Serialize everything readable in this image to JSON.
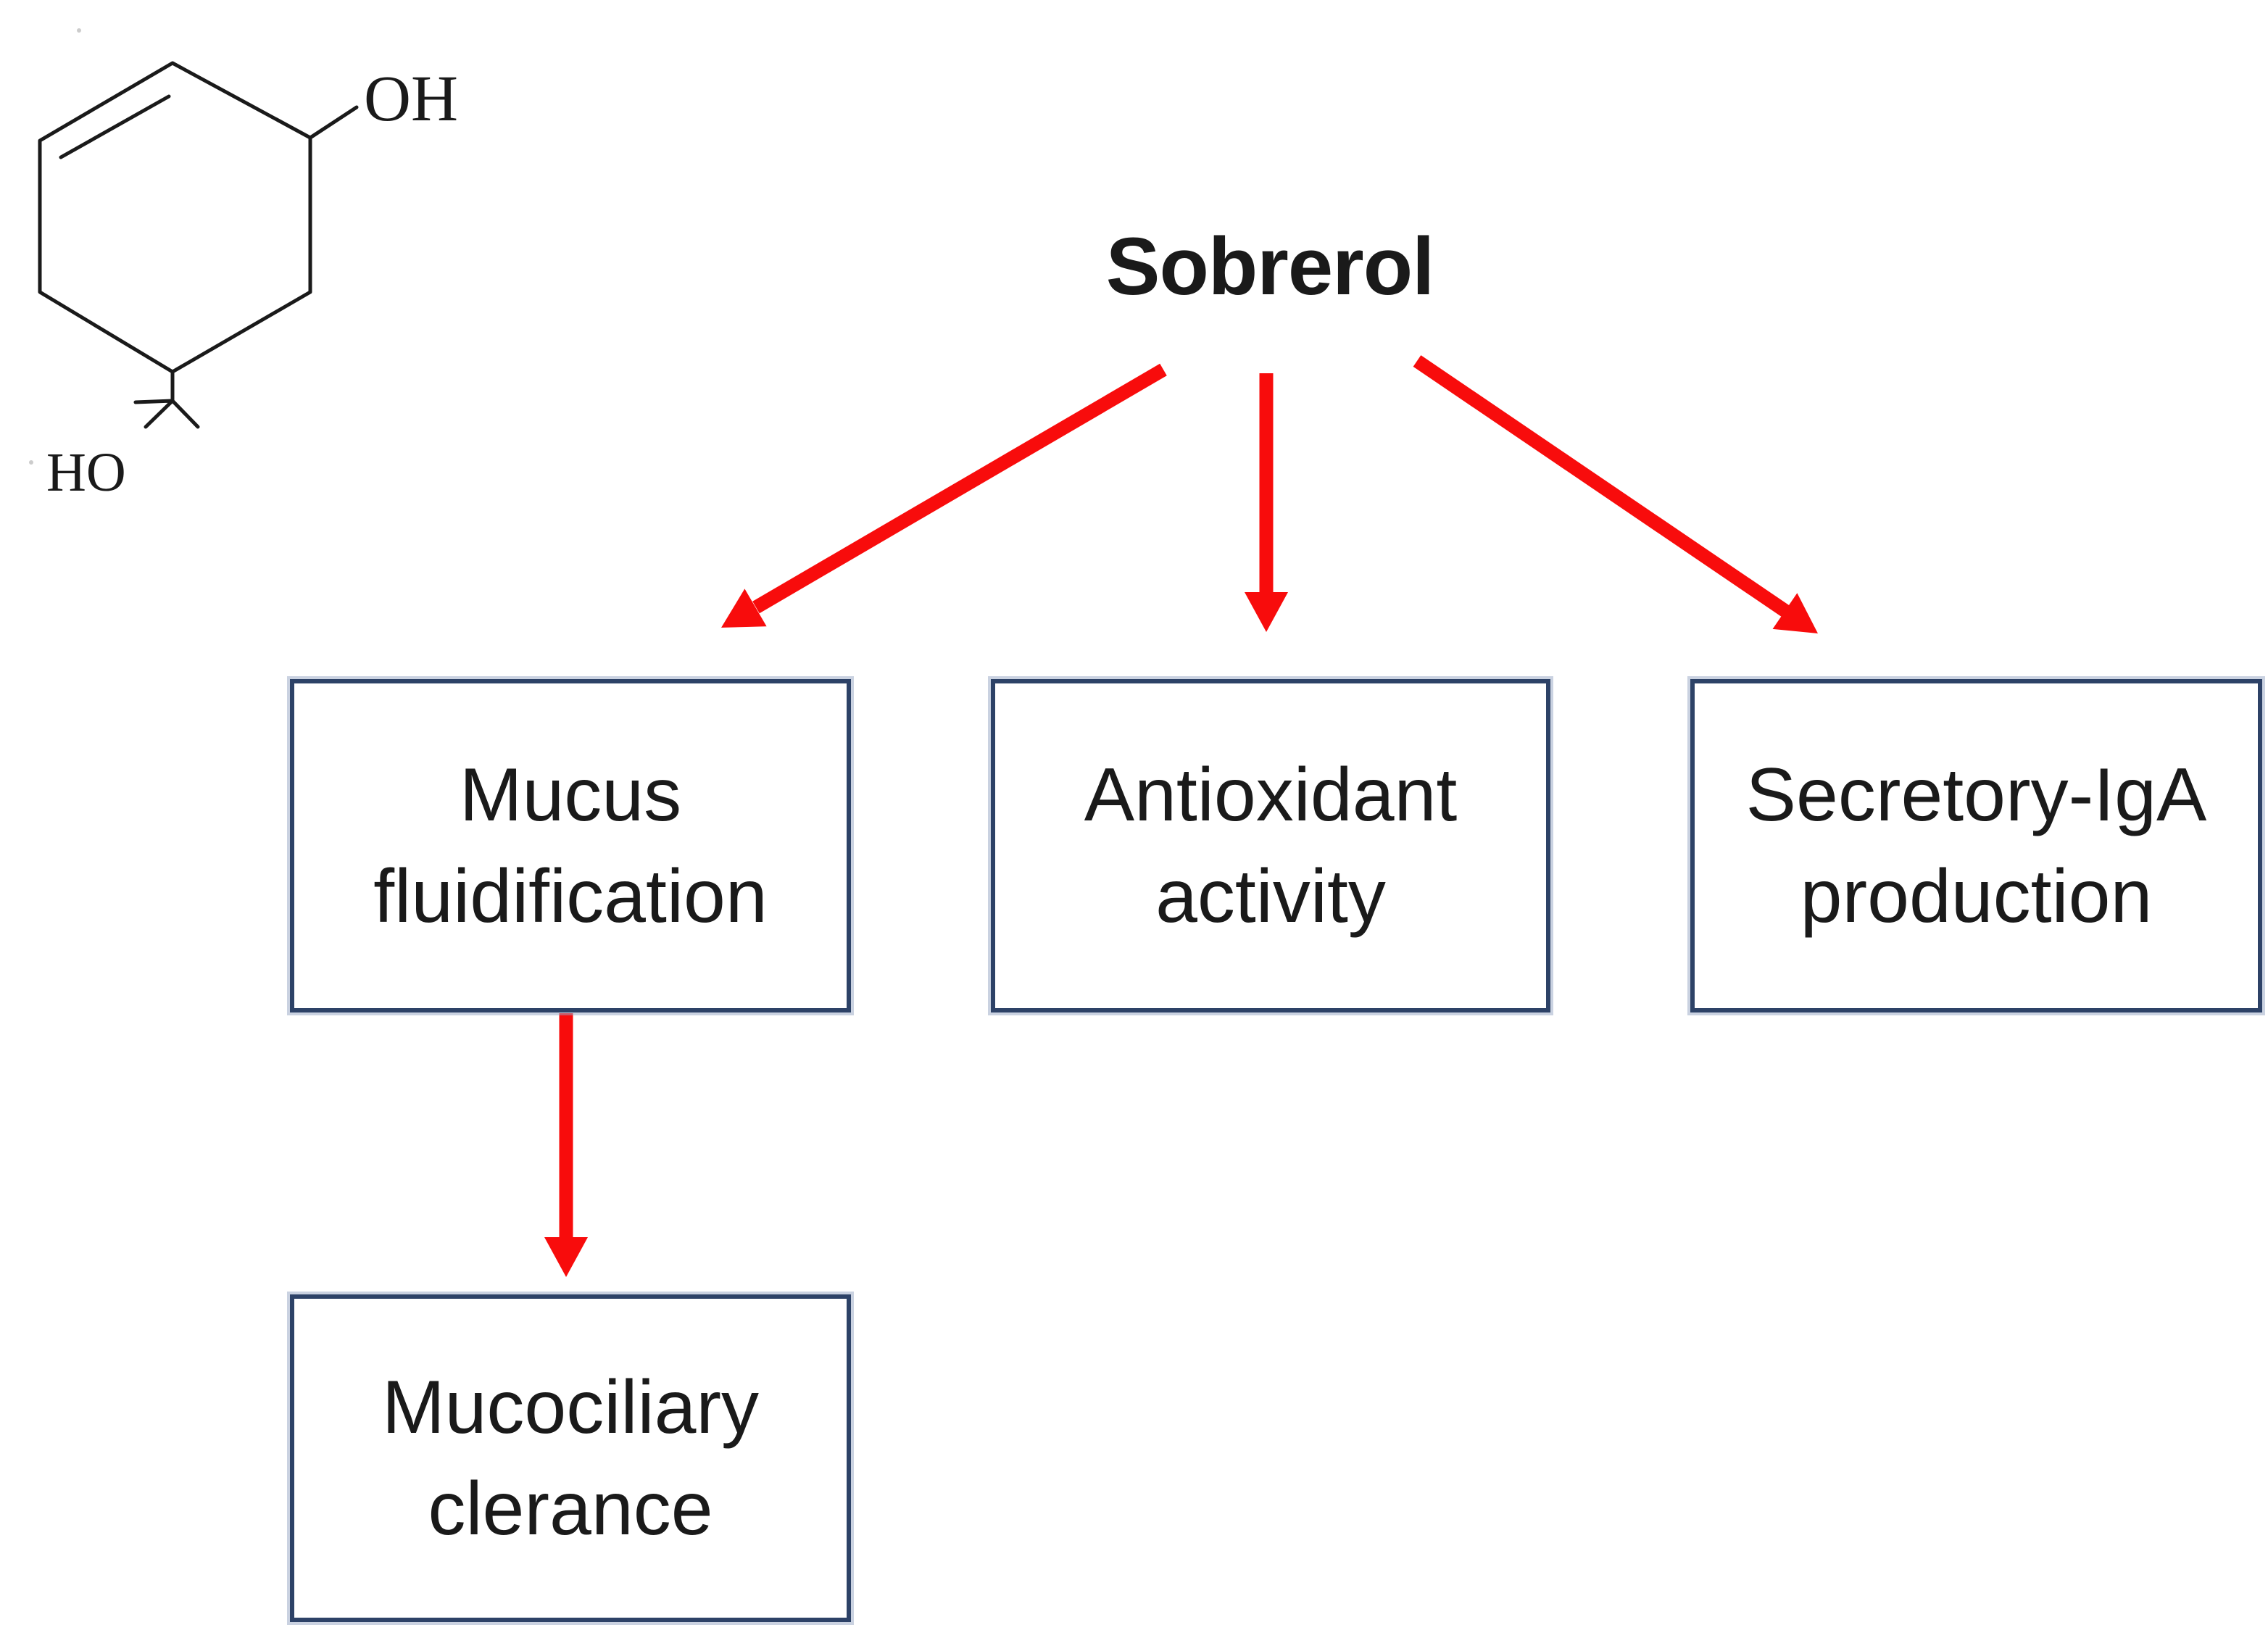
{
  "title": "Sobrerol",
  "molecule": {
    "name": "sobrerol-structure",
    "hydroxyl_top": "OH",
    "hydroxyl_bottom": "HO"
  },
  "nodes": [
    {
      "id": "mucus-fluidification",
      "label": "Mucus\nfluidification"
    },
    {
      "id": "antioxidant-activity",
      "label": "Antioxidant\nactivity"
    },
    {
      "id": "secretory-iga-production",
      "label": "Secretory-IgA\nproduction"
    },
    {
      "id": "mucociliary-clearance",
      "label": "Mucociliary\nclerance"
    }
  ],
  "colors": {
    "arrow_red": "#f80c0c",
    "box_border_navy": "#2d4267",
    "text": "#1a1a1a",
    "background": "#ffffff"
  }
}
